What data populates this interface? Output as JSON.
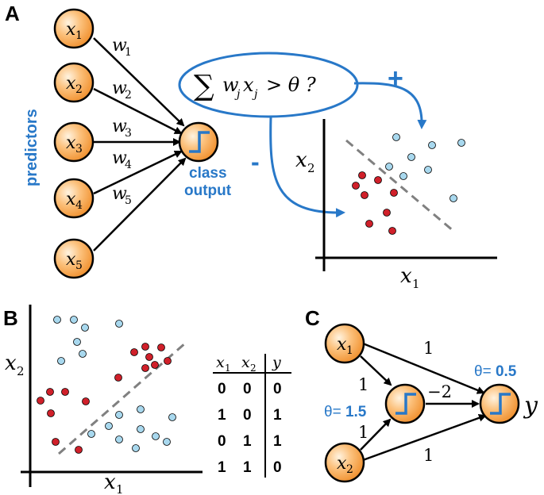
{
  "panel_a": {
    "letter": "A",
    "inputs": [
      {
        "sym": "x",
        "sub": "1"
      },
      {
        "sym": "x",
        "sub": "2"
      },
      {
        "sym": "x",
        "sub": "3"
      },
      {
        "sym": "x",
        "sub": "4"
      },
      {
        "sym": "x",
        "sub": "5"
      }
    ],
    "weights": [
      {
        "sym": "w",
        "sub": "1"
      },
      {
        "sym": "w",
        "sub": "2"
      },
      {
        "sym": "w",
        "sub": "3"
      },
      {
        "sym": "w",
        "sub": "4"
      },
      {
        "sym": "w",
        "sub": "5"
      }
    ],
    "predictors_label": "predictors",
    "output_label_1": "class",
    "output_label_2": "output",
    "sum_symbol": "∑",
    "sum_w": "w",
    "sum_j1": "j",
    "sum_x": "x",
    "sum_j2": "j",
    "sum_rest": "> θ ?",
    "plus_sign": "+",
    "minus_sign": "-",
    "axis_x_sym": "x",
    "axis_x_sub": "1",
    "axis_y_sym": "x",
    "axis_y_sub": "2"
  },
  "panel_b": {
    "letter": "B",
    "axis_x_sym": "x",
    "axis_x_sub": "1",
    "axis_y_sym": "x",
    "axis_y_sub": "2",
    "table": {
      "headers": [
        {
          "sym": "x",
          "sub": "1"
        },
        {
          "sym": "x",
          "sub": "2"
        },
        {
          "sym": "y",
          "sub": ""
        }
      ],
      "rows": [
        [
          "0",
          "0",
          "0"
        ],
        [
          "1",
          "0",
          "1"
        ],
        [
          "0",
          "1",
          "1"
        ],
        [
          "1",
          "1",
          "0"
        ]
      ]
    }
  },
  "panel_c": {
    "letter": "C",
    "input1": {
      "sym": "x",
      "sub": "1"
    },
    "input2": {
      "sym": "x",
      "sub": "2"
    },
    "w_x1_out": "1",
    "w_x1_hidden": "1",
    "w_x2_hidden": "1",
    "w_x2_out": "1",
    "w_hidden_out": "−2",
    "theta_hidden": "θ= ",
    "theta_hidden_val": "1.5",
    "theta_out": "θ= ",
    "theta_out_val": "0.5",
    "output_label": "y"
  },
  "colors": {
    "node_fill_light": "#fde0b8",
    "node_fill_dark": "#f39a3c",
    "accent_blue": "#2878c8",
    "class_red": "#d0202a",
    "class_lightblue": "#a8d8ee",
    "boundary_gray": "#808080"
  }
}
